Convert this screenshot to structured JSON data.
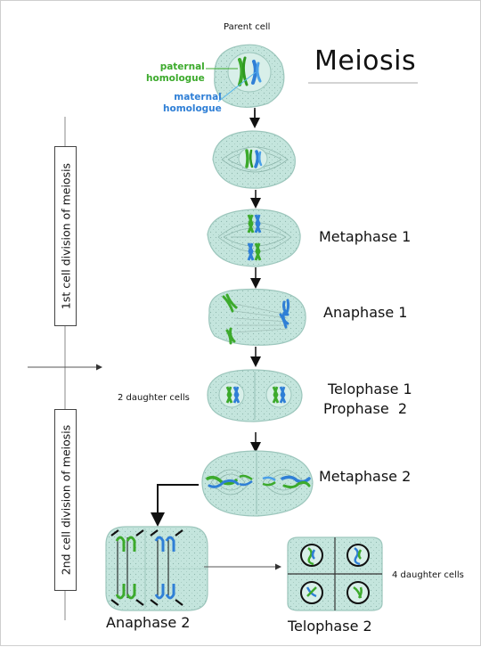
{
  "title": "Meiosis",
  "parent_cell_label": "Parent cell",
  "paternal_label": "paternal\nhomologue",
  "maternal_label": "maternal\nhomologue",
  "first_division_label": "1st cell division of meiosis",
  "second_division_label": "2nd cell division of meiosis",
  "stages": {
    "metaphase1": "Metaphase 1",
    "anaphase1": "Anaphase 1",
    "telophase1": "Telophase 1",
    "prophase2": "Prophase  2",
    "metaphase2": "Metaphase 2",
    "anaphase2": "Anaphase 2",
    "telophase2": "Telophase 2"
  },
  "two_daughters": "2 daughter cells",
  "four_daughters": "4 daughter cells",
  "colors": {
    "cell_fill": "#c4e5dd",
    "cell_stroke": "#9cc6bc",
    "paternal": "#3caa2c",
    "maternal": "#2f7fd6",
    "text": "#111111"
  }
}
